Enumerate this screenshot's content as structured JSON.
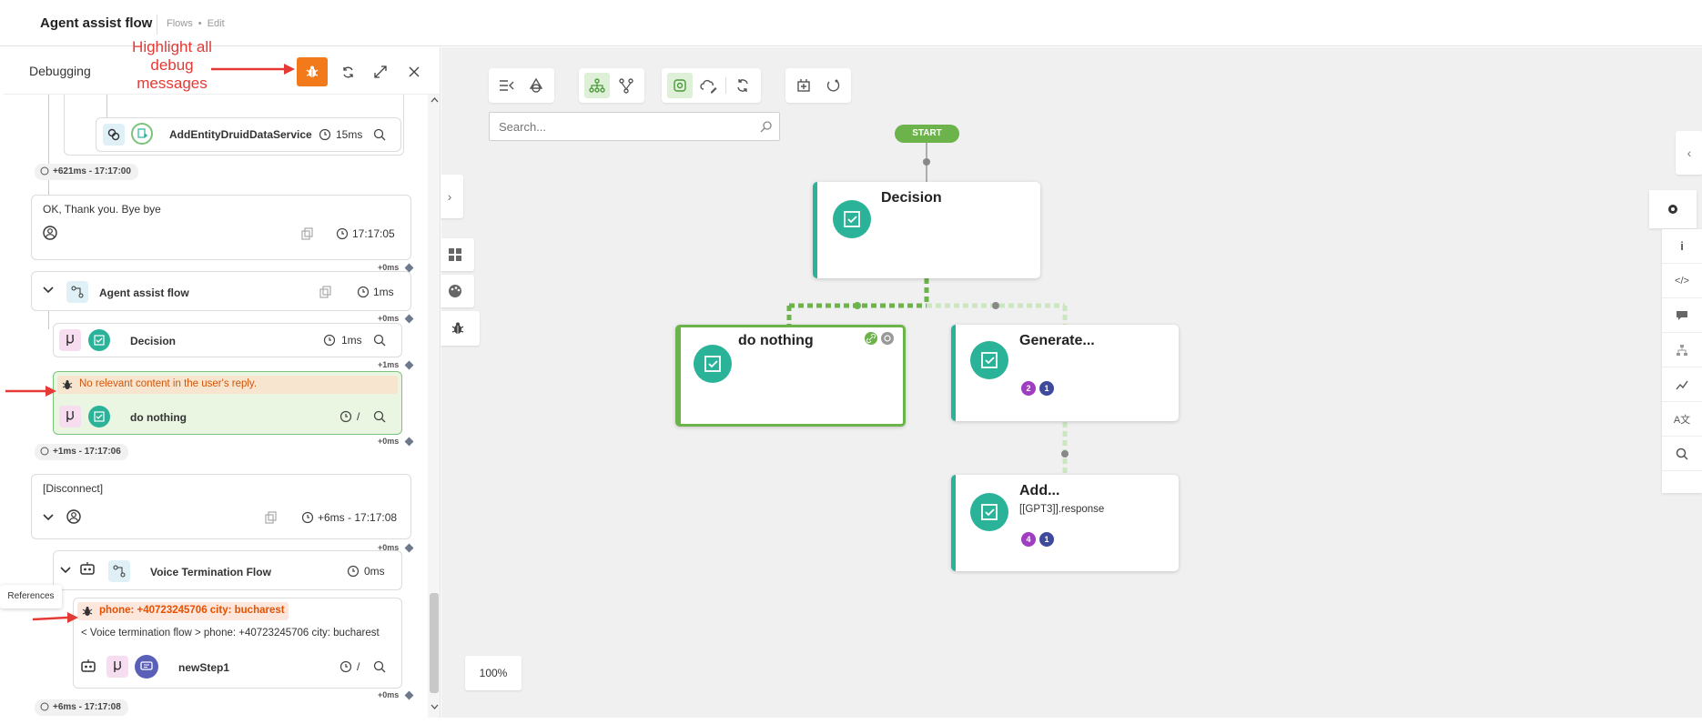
{
  "header": {
    "title": "Agent assist flow",
    "breadcrumb_flows": "Flows",
    "breadcrumb_dot": "•",
    "breadcrumb_edit": "Edit"
  },
  "debug_panel": {
    "title": "Debugging",
    "annotation_highlight": [
      "Highlight all",
      "debug",
      "messages"
    ],
    "annotation_references": "References",
    "entries": {
      "service_name": "AddEntityDruidDataService",
      "service_time": "15ms",
      "ts1": "+621ms - 17:17:00",
      "msg1_text": "OK, Thank you. Bye bye",
      "msg1_time": "17:17:05",
      "offset_0ms": "+0ms",
      "offset_1ms": "+1ms",
      "flow1_name": "Agent assist flow",
      "flow1_time": "1ms",
      "decision_name": "Decision",
      "decision_time": "1ms",
      "debug1_text": "No relevant content in the user's reply.",
      "nothing_name": "do nothing",
      "nothing_time": "/",
      "ts2": "+1ms - 17:17:06",
      "msg2_text": "[Disconnect]",
      "msg2_time": "+6ms - 17:17:08",
      "flow2_name": "Voice Termination Flow",
      "flow2_time": "0ms",
      "debug2_text": "phone: +40723245706 city: bucharest",
      "debug2_detail": "< Voice termination flow > phone: +40723245706 city: bucharest",
      "step_name": "newStep1",
      "step_time": "/",
      "ts3": "+6ms - 17:17:08"
    }
  },
  "canvas": {
    "search_placeholder": "Search...",
    "start_label": "START",
    "zoom": "100%",
    "nodes": {
      "decision": "Decision",
      "do_nothing": "do nothing",
      "generate": "Generate...",
      "add": "Add...",
      "add_subtitle": "[[GPT3]].response",
      "generate_badges": [
        "2",
        "1"
      ],
      "add_badges": [
        "4",
        "1"
      ]
    }
  },
  "colors": {
    "accent_orange": "#f27a1a",
    "teal": "#2bb39a",
    "green_line": "#6bb34a",
    "badge_purple": "#a03ec2",
    "badge_navy": "#3f4a9c",
    "annotation_red": "#e53935"
  }
}
